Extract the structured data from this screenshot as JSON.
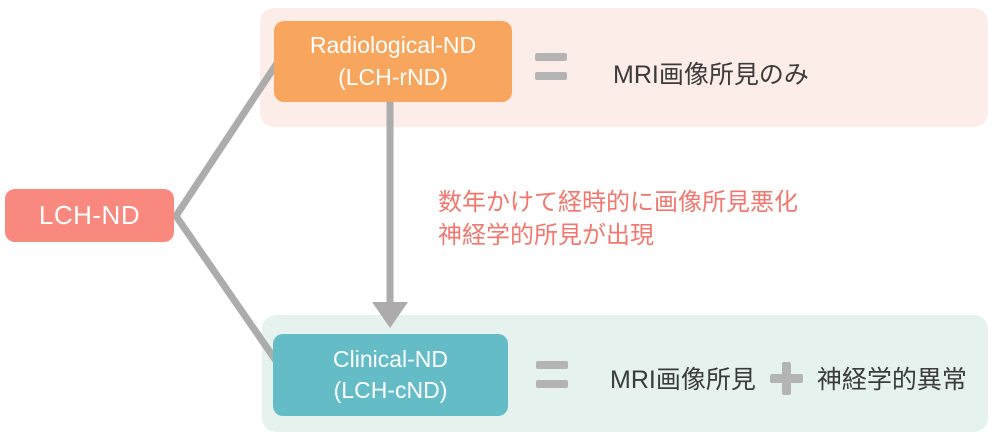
{
  "diagram": {
    "title_implied": "LCH-ND classification",
    "nodes": {
      "root": {
        "label": "LCH-ND"
      },
      "radiological": {
        "title_line1": "Radiological-ND",
        "title_line2": "(LCH-rND)"
      },
      "clinical": {
        "title_line1": "Clinical-ND",
        "title_line2": "(LCH-cND)"
      }
    },
    "definitions": {
      "radiological": {
        "operator": "equals",
        "text": "MRI画像所見のみ"
      },
      "clinical": {
        "operator": "equals",
        "text_left": "MRI画像所見",
        "join_operator": "plus",
        "text_right": "神経学的異常"
      }
    },
    "transition_note": {
      "line1": "数年かけて経時的に画像所見悪化",
      "line2": "神経学的所見が出現"
    },
    "colors": {
      "root_node": "#F9897F",
      "radiological_node": "#F8A55E",
      "clinical_node": "#64BCC6",
      "radiological_panel_bg": "#FCEDE9",
      "clinical_panel_bg": "#E5F2ED",
      "connector_gray": "#ACACAC",
      "operator_symbol_gray": "#B4B4B4",
      "definition_text": "#3B3B3B",
      "transition_note_text": "#F3776F"
    }
  }
}
